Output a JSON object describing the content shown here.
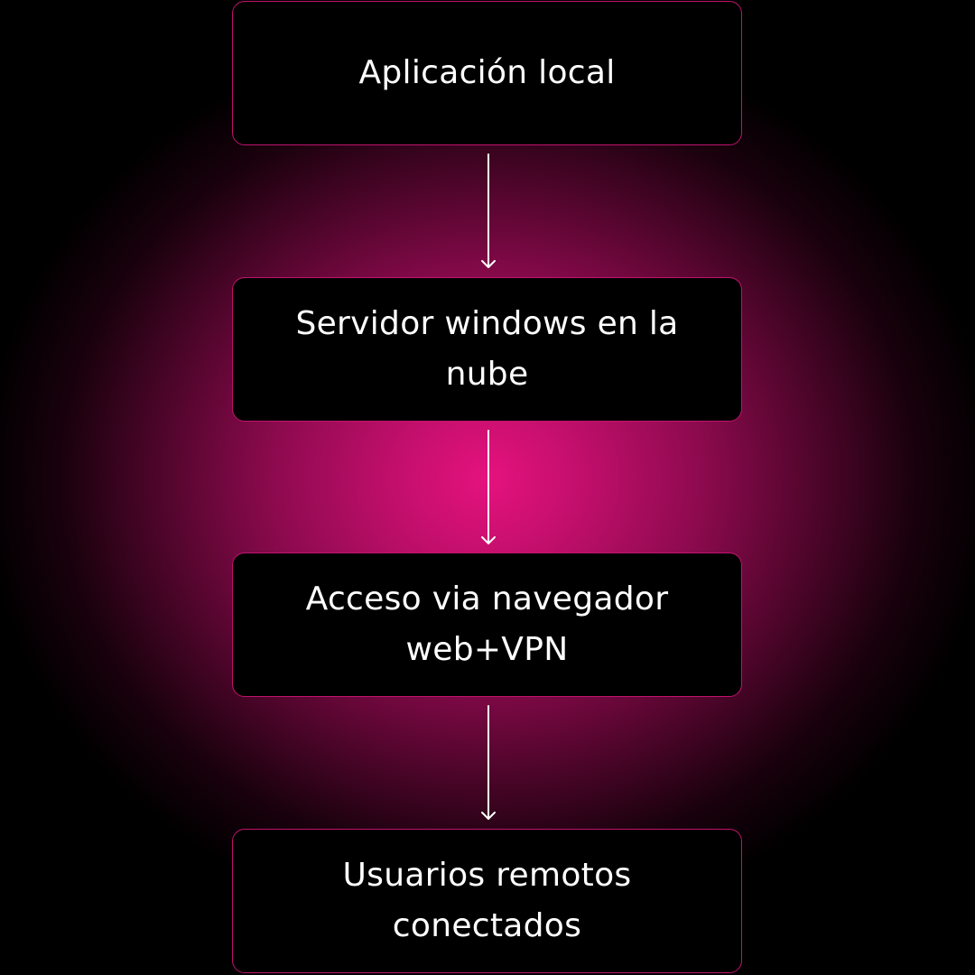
{
  "diagram": {
    "nodes": [
      {
        "label": "Aplicación local"
      },
      {
        "label": "Servidor windows en la nube"
      },
      {
        "label": "Acceso via navegador web+VPN"
      },
      {
        "label": "Usuarios remotos conectados"
      }
    ],
    "edges": [
      {
        "from": 0,
        "to": 1
      },
      {
        "from": 1,
        "to": 2
      },
      {
        "from": 2,
        "to": 3
      }
    ],
    "colors": {
      "background": "#000000",
      "glow": "#e5127e",
      "node_fill": "#000000",
      "node_border": "#c0136d",
      "text": "#ffffff",
      "arrow": "#ffffff"
    }
  }
}
